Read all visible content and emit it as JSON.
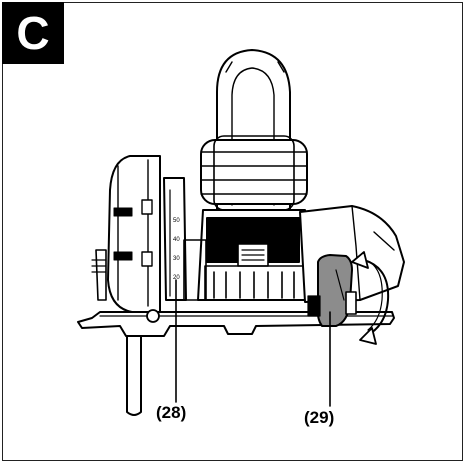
{
  "figure": {
    "panel_letter": "C",
    "callouts": [
      {
        "label": "(28)"
      },
      {
        "label": "(29)"
      }
    ],
    "depth_scale_marks": [
      "50",
      "40",
      "30",
      "20"
    ],
    "colors": {
      "ink": "#000000",
      "highlight_gray": "#8c8c8c",
      "body_fill": "#ffffff"
    }
  }
}
